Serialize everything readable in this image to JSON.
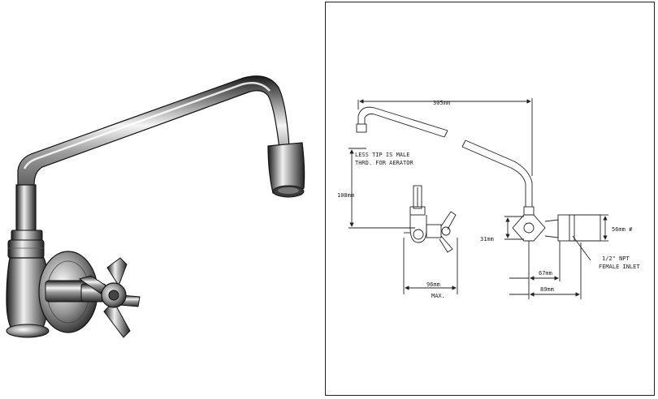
{
  "drawing": {
    "dim_spout_length": "305mm",
    "note_tip": [
      "LESS TIP IS MALE",
      "THRD. FOR AERATOR"
    ],
    "dim_height": "108mm",
    "dim_side_center": "31mm",
    "dim_flange_dia": "56mm #",
    "note_inlet": [
      "1/2\" NPT",
      "FEMALE INLET"
    ],
    "dim_projection_max": [
      "96mm",
      "MAX."
    ],
    "dim_body_depth": "67mm",
    "dim_overall_depth": "89mm"
  },
  "colors": {
    "chrome_dark": "#1e1e1e",
    "chrome_light": "#f2f2f2",
    "line": "#222222"
  }
}
